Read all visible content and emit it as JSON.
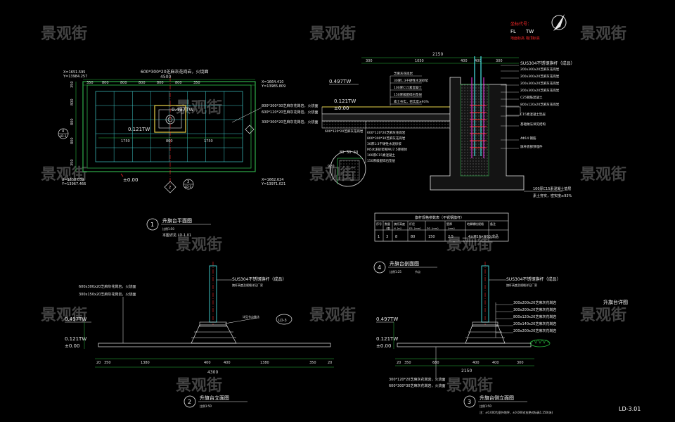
{
  "watermark_text": "景观街",
  "colors": {
    "background": "#000000",
    "grid_cyan": "#3ec9c9",
    "wall_green": "#2fae4a",
    "dim_green": "#27b83c",
    "text_white": "#e8e8e8",
    "red": "#ff2a2a",
    "yellow": "#e8d34a",
    "magenta": "#ff3df2",
    "blue": "#2a7cff"
  },
  "north_block": {
    "line1": "坐标代号：",
    "fl_label": "FL",
    "tw_label": "TW",
    "line2": "地面标高  墙顶标高"
  },
  "plan": {
    "top_note": "600*300*20芝麻灰花岗岩，火烧面",
    "coord_tl": "X=1651.595\nY=13984.257",
    "coord_tr": "X=1664.410\nY=13985.809",
    "coord_bl": "X=1650.039\nY=13967.466",
    "coord_br": "X=1662.624\nY=13971.021",
    "el_center": "0.497TW",
    "el_left": "0.121TW",
    "el_floor": "±0.00",
    "dims_top": [
      "350",
      "800",
      "800",
      "800",
      "800",
      "800",
      "350"
    ],
    "dim_total": "4500",
    "dims_mid": [
      "1750",
      "800",
      "1750"
    ],
    "dims_side": [
      "350",
      "800",
      "800",
      "800",
      "350"
    ],
    "notes_right": [
      "800*300*30芝麻灰花岗岩，火烧面",
      "600*120*20芝麻灰花岗岩，火烧面",
      "300*300*20芝麻灰花岗岩，火烧面"
    ],
    "callout_a": "4",
    "callout_a_ref": "LD-3",
    "callout_b": "2",
    "callout_b_ref": "LD-3",
    "callout_c": "3",
    "callout_c_ref": "LD-3",
    "title_no": "1",
    "title": "升旗台平面图",
    "scale": "比例1:50",
    "index": "本图详见 LD-1.01"
  },
  "section": {
    "top_dims": [
      "300",
      "1050",
      "400",
      "400",
      "300"
    ],
    "total": "2150",
    "left_notes": [
      "芝麻灰花岗岩",
      "30厚1:3干硬性水泥砂浆",
      "100厚C15素混凝土",
      "150厚级配碎石垫层",
      "素土夯实，密实度≥93%"
    ],
    "el_top": "0.497TW",
    "el_mid": "0.121TW",
    "el_floor": "±0.00",
    "bottom_notes": [
      "600*120*20芝麻灰花岗岩",
      "800*300*30芝麻灰花岗岩",
      "30厚1:3干硬性水泥砂浆",
      "M5水泥砂浆砌MU7.5砖砌体",
      "100厚C15素混凝土",
      "150厚级配碎石垫层"
    ],
    "right_notes": [
      "SUS304不锈钢旗杆（成品）",
      "200x300x20芝麻灰花岗岩",
      "200x300x20芝麻灰花岗岩",
      "200x300x20芝麻灰花岗岩",
      "200x300x20芝麻灰花岗岩",
      "C25钢筋混凝土",
      "800x120x20芝麻灰花岗岩",
      "C15素混凝土垫层",
      "基础做法详见结构",
      "4Φ14 钢筋",
      "旗杆底部预埋件"
    ],
    "base_notes": [
      "100厚C15素混凝土垫层",
      "素土夯实，密实度≥93%"
    ],
    "detail_dims": [
      "80",
      "30",
      "50"
    ],
    "detail_tag": "920",
    "title_no": "4",
    "title": "升旗台剖面图",
    "scale": "比例1:25",
    "index": "节点"
  },
  "flagpole_table": {
    "title": "旗杆规格参数表（不锈钢旗杆）",
    "headers": [
      "序号",
      "数量",
      "旗杆高度",
      "杆径",
      "",
      "壁厚",
      "地脚螺栓规格",
      "备注"
    ],
    "subheaders": [
      "",
      "（根）",
      "H（m）",
      "D1（mm）",
      "D2（mm）",
      "（mm）",
      "",
      ""
    ],
    "row": [
      "1",
      "3",
      "8",
      "80",
      "150",
      "2.5",
      "4×M16×600",
      "成品"
    ]
  },
  "elev_front": {
    "notes_left": [
      "600x300x20芝麻灰花岗岩，火烧面",
      "300x150x20芝麻灰花岗岩，火烧面"
    ],
    "pole_note": "SUS304不锈钢旗杆（成品）",
    "pole_note2": "旗杆高度及规格详见厂家",
    "detail_note": "详见节点做法",
    "callout": "4",
    "callout_ref": "LD-3",
    "el_top": "0.497TW",
    "el_mid": "0.121TW",
    "el_floor": "±0.00",
    "dims": [
      "20",
      "350",
      "1380",
      "400",
      "400",
      "1380",
      "350",
      "20"
    ],
    "total": "4300",
    "title_no": "2",
    "title": "升旗台立面图",
    "scale": "比例1:50"
  },
  "elev_side": {
    "pole_note": "SUS304不锈钢旗杆（成品）",
    "pole_note2": "旗杆高度及规格详见厂家",
    "right_notes": [
      "300x200x20芝麻灰花岗岩",
      "300x200x20芝麻灰花岗岩",
      "800x120x20芝麻灰花岗岩",
      "200x140x20芝麻灰花岗岩",
      "200x200x20芝麻灰花岗岩"
    ],
    "el_top": "0.497TW",
    "el_mid": "0.121TW",
    "el_floor": "±0.00",
    "dims": [
      "20",
      "350",
      "680",
      "400",
      "400",
      "300"
    ],
    "total": "2150",
    "bottom_notes": [
      "300*120*20芝麻灰花岗岩，火烧面",
      "600*300*30芝麻灰花岗岩，火烧面"
    ],
    "title_no": "3",
    "title": "升旗台侧立面图",
    "scale": "比例1:50",
    "footnote": "注：±0.000为室外地坪，±0.000对应绝对标高1.250(米)"
  },
  "sheet_label": "升旗台详图",
  "sheet_no": "LD-3.01"
}
